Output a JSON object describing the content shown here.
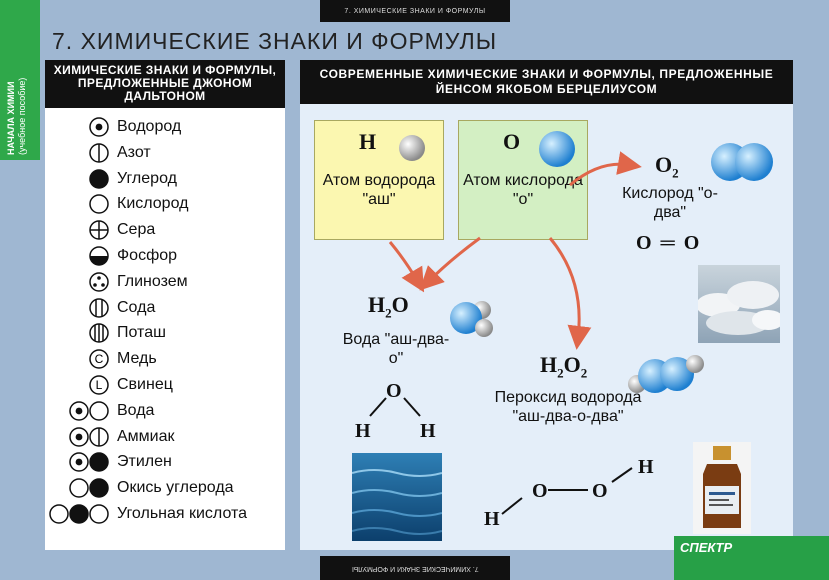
{
  "header": {
    "top_strip": "7. ХИМИЧЕСКИЕ ЗНАКИ И ФОРМУЛЫ",
    "bottom_strip": "7. ХИМИЧЕСКИЕ ЗНАКИ И ФОРМУЛЫ",
    "side_label_1": "НАЧАЛА ХИМИИ",
    "side_label_2": "(учебное пособие)",
    "title": "7. ХИМИЧЕСКИЕ ЗНАКИ И ФОРМУЛЫ"
  },
  "left": {
    "heading": "ХИМИЧЕСКИЕ ЗНАКИ И ФОРМУЛЫ, ПРЕДЛОЖЕННЫЕ ДЖОНОМ ДАЛЬТОНОМ",
    "items": [
      {
        "label": "Водород",
        "symbol": "dot-circle"
      },
      {
        "label": "Азот",
        "symbol": "vertical-line-circle"
      },
      {
        "label": "Углерод",
        "symbol": "filled-circle"
      },
      {
        "label": "Кислород",
        "symbol": "empty-circle"
      },
      {
        "label": "Сера",
        "symbol": "cross-circle"
      },
      {
        "label": "Фосфор",
        "symbol": "half-filled-circle"
      },
      {
        "label": "Глинозем",
        "symbol": "three-dots-circle"
      },
      {
        "label": "Сода",
        "symbol": "two-lines-circle"
      },
      {
        "label": "Поташ",
        "symbol": "three-lines-circle"
      },
      {
        "label": "Медь",
        "symbol": "letter-c-circle",
        "letter": "C"
      },
      {
        "label": "Свинец",
        "symbol": "letter-l-circle",
        "letter": "L"
      },
      {
        "label": "Вода",
        "symbol": "dot-empty-pair"
      },
      {
        "label": "Аммиак",
        "symbol": "dot-line-pair"
      },
      {
        "label": "Этилен",
        "symbol": "dot-filled-pair"
      },
      {
        "label": "Окись углерода",
        "symbol": "empty-filled-pair"
      },
      {
        "label": "Угольная кислота",
        "symbol": "filled-filled-empty-triple"
      }
    ]
  },
  "right": {
    "heading": "СОВРЕМЕННЫЕ ХИМИЧЕСКИЕ ЗНАКИ И ФОРМУЛЫ, ПРЕДЛОЖЕННЫЕ ЙЕНСОМ ЯКОБОМ БЕРЦЕЛИУСОМ",
    "hydrogen": {
      "symbol": "H",
      "caption": "Атом водорода \"аш\""
    },
    "oxygen": {
      "symbol": "O",
      "caption": "Атом кислорода \"о\""
    },
    "o2": {
      "formula": "O",
      "sub": "2",
      "caption": "Кислород \"о-два\"",
      "structure": "O ═ O"
    },
    "water": {
      "formula": "H",
      "sub": "2",
      "formula_tail": "O",
      "caption": "Вода \"аш-два-о\"",
      "o": "O",
      "h": "H"
    },
    "peroxide": {
      "formula": "H",
      "sub": "2",
      "formula_mid": "O",
      "sub2": "2",
      "caption": "Пероксид водорода \"аш-два-о-два\"",
      "o": "O",
      "h": "H"
    }
  },
  "logo": {
    "brand": "СПЕКТР"
  },
  "colors": {
    "hydrogen_box": "#fbf7b0",
    "oxygen_box": "#d3efc3",
    "arrow": "#e0664a",
    "accent_green": "#2fa84a"
  }
}
